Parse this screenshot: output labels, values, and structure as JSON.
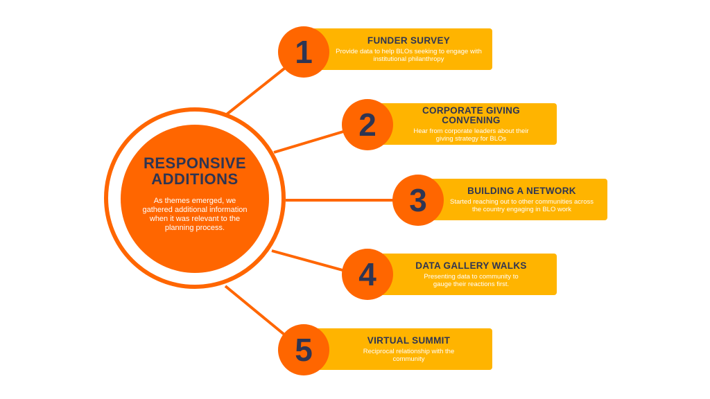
{
  "colors": {
    "orange": "#ff6600",
    "amber": "#ffb400",
    "navy": "#2e3553",
    "white": "#ffffff"
  },
  "hub": {
    "title_line1": "RESPONSIVE",
    "title_line2": "ADDITIONS",
    "description": "As themes emerged, we gathered additional information when it was relevant to the planning process."
  },
  "items": [
    {
      "number": "1",
      "title": "FUNDER SURVEY",
      "description": "Provide data to help BLOs seeking to engage with institutional philanthropy"
    },
    {
      "number": "2",
      "title": "CORPORATE GIVING CONVENING",
      "description": "Hear from corporate leaders about their giving strategy for BLOs"
    },
    {
      "number": "3",
      "title": "BUILDING A NETWORK",
      "description": "Started reaching out to other communities across the country engaging in BLO work"
    },
    {
      "number": "4",
      "title": "DATA GALLERY WALKS",
      "description": "Presenting data to community to gauge their reactions first."
    },
    {
      "number": "5",
      "title": "VIRTUAL SUMMIT",
      "description": "Reciprocal relationship with the community"
    }
  ]
}
